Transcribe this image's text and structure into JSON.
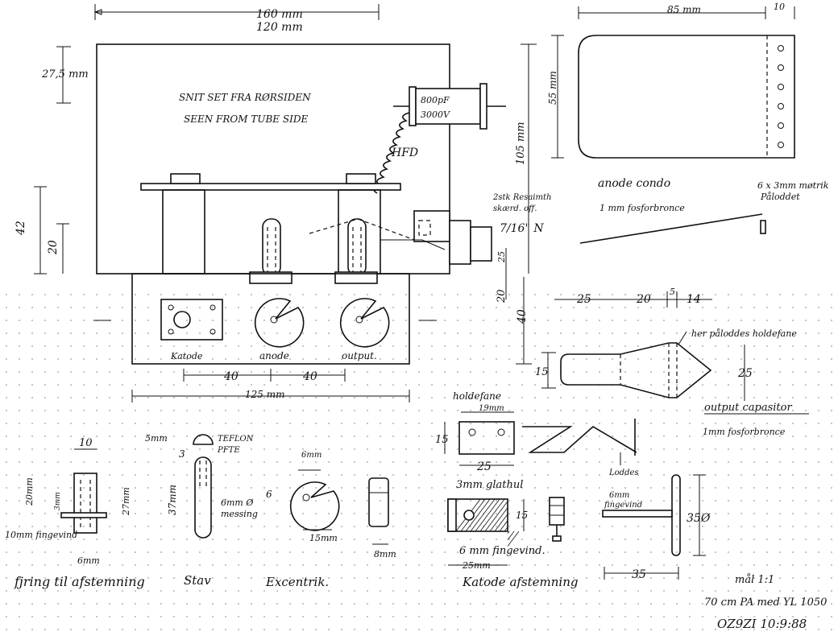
{
  "top": {
    "dim_160": "160 mm",
    "dim_120": "120 mm",
    "dim_27_5": "27,5 mm",
    "dim_105": "105 mm",
    "dim_42": "42",
    "dim_20": "20",
    "note_cut_no": "SNIT SET FRA RØRSIDEN",
    "note_cut_en": "SEEN FROM TUBE SIDE",
    "cap_value": "800pF",
    "cap_voltage": "3000V",
    "choke": "HFD",
    "conn_note1": "2stk Resaimth",
    "conn_note2": "skærd. off.",
    "conn_size": "7/16\" N",
    "label_katode": "Katode",
    "label_anode": "anode",
    "label_output": "output.",
    "dim_40a": "40",
    "dim_40b": "40",
    "dim_125": "125 mm",
    "dim_25": "25",
    "dim_20b": "20",
    "dim_40c": "40"
  },
  "anode_condo": {
    "dim_85": "85 mm",
    "dim_10": "10",
    "dim_55": "55 mm",
    "holes_note1": "6 x 3mm møtrik",
    "holes_note2": "Påloddet",
    "title": "anode condo",
    "material": "1 mm fosforbronce"
  },
  "output_cap": {
    "dim_25": "25",
    "dim_20": "20",
    "dim_5": "5",
    "dim_14": "14",
    "solder_note": "her påloddes holdefane",
    "dim_15": "15",
    "dim_25b": "25",
    "title": "output capasitor",
    "material": "1mm fosforbronce"
  },
  "holdefane": {
    "title": "holdefane",
    "dim_19": "19mm",
    "dim_15": "15",
    "dim_25": "25",
    "loddes": "Loddes"
  },
  "bottom": {
    "fjedring_dim_10": "10",
    "fjedring_dim_20": "20mm",
    "fjedring_dim_3": "3mm",
    "fjedring_dim_27": "27mm",
    "fjedring_thread": "10mm fingevind",
    "fjedring_dim_6": "6mm",
    "fjedring_label": "fjring til afstemning",
    "stav_dim_5": "5mm",
    "stav_dim_3": "3",
    "stav_teflon": "TEFLON",
    "stav_pfte": "PFTE",
    "stav_dim_37": "37mm",
    "stav_material1": "6mm Ø",
    "stav_material2": "messing",
    "stav_label": "Stav",
    "exc_dim_6top": "6mm",
    "exc_dim_6": "6",
    "exc_dim_15": "15mm",
    "exc_label": "Excentrik.",
    "block_dim_8": "8mm",
    "kat_hole": "3mm glathul",
    "kat_dim_15": "15",
    "kat_thread": "6 mm fingevind.",
    "kat_dim_25": "25mm",
    "kat_label": "Katode afstemning",
    "t_thread1": "6mm",
    "t_thread2": "fingevind",
    "t_dim_35": "35Ø",
    "t_dim_35b": "35",
    "scale": "mål 1:1",
    "title": "70 cm PA med YL 1050",
    "sign": "OZ9ZI 10:9:88"
  }
}
